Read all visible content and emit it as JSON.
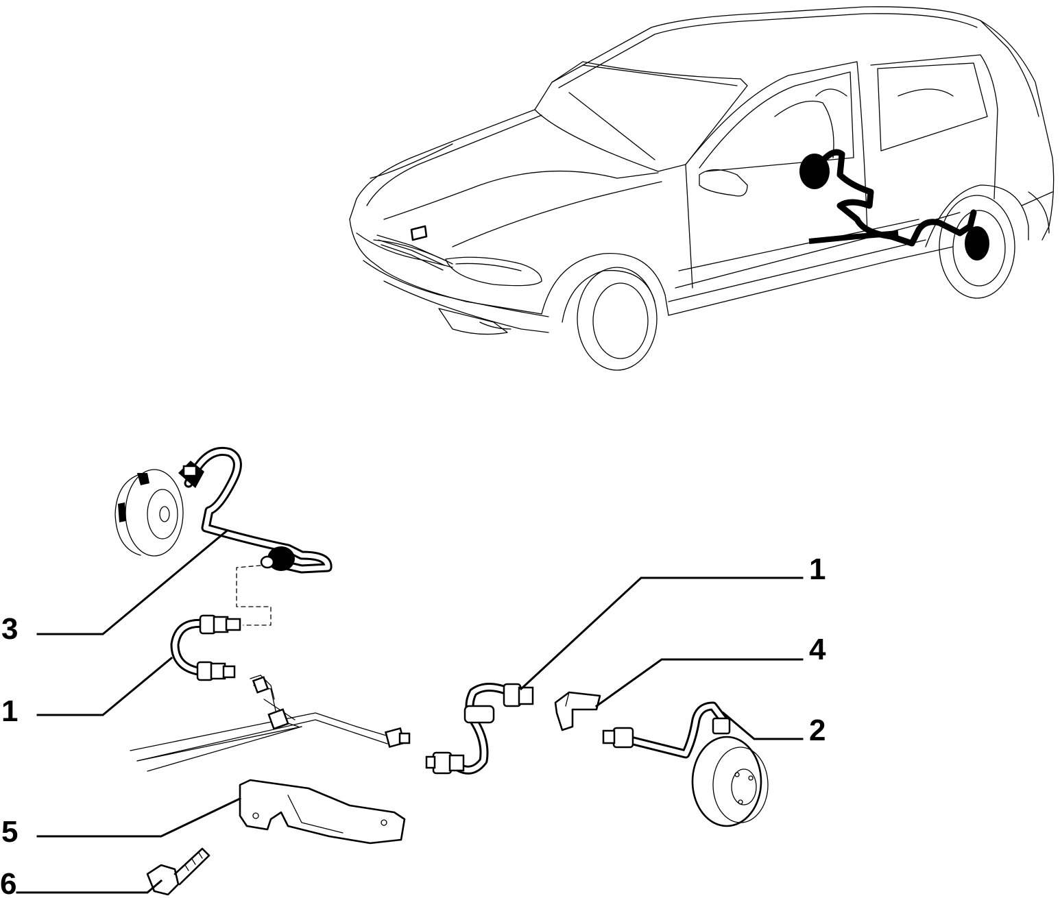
{
  "diagram": {
    "callouts": [
      {
        "id": "callout-3",
        "label": "3"
      },
      {
        "id": "callout-1-left",
        "label": "1"
      },
      {
        "id": "callout-5",
        "label": "5"
      },
      {
        "id": "callout-6",
        "label": "6"
      },
      {
        "id": "callout-1-right",
        "label": "1"
      },
      {
        "id": "callout-4",
        "label": "4"
      },
      {
        "id": "callout-2",
        "label": "2"
      }
    ],
    "colors": {
      "line": "#000000",
      "background": "#ffffff"
    }
  }
}
